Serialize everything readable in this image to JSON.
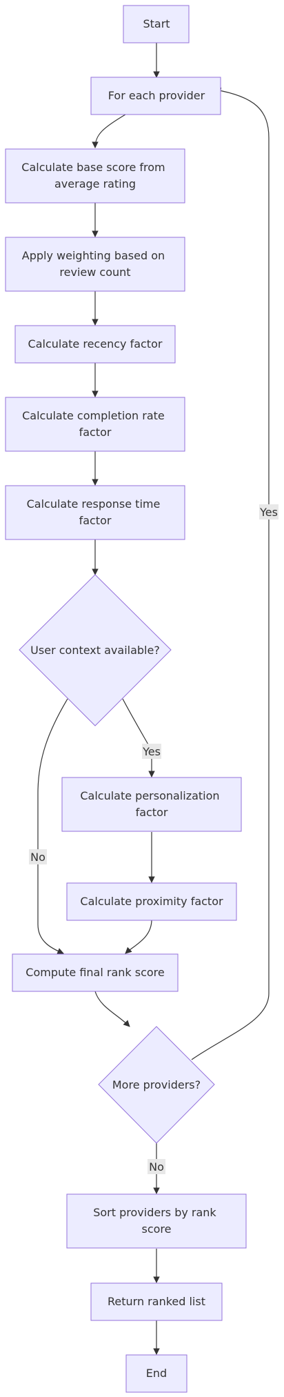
{
  "nodes": {
    "start": "Start",
    "for_each": "For each provider",
    "base_score": [
      "Calculate base score from",
      "average rating"
    ],
    "weighting": [
      "Apply weighting based on",
      "review count"
    ],
    "recency": "Calculate recency factor",
    "completion": [
      "Calculate completion rate",
      "factor"
    ],
    "response_time": [
      "Calculate response time",
      "factor"
    ],
    "user_context": "User context available?",
    "personalization": [
      "Calculate personalization",
      "factor"
    ],
    "proximity": "Calculate proximity factor",
    "final_rank": "Compute final rank score",
    "more_providers": "More providers?",
    "sort": [
      "Sort providers by rank",
      "score"
    ],
    "return_list": "Return ranked list",
    "end": "End"
  },
  "edge_labels": {
    "context_yes": "Yes",
    "context_no": "No",
    "more_yes": "Yes",
    "more_no": "No"
  },
  "colors": {
    "node_fill": "#ECECFF",
    "node_stroke": "#9370DB",
    "edge": "#333333",
    "label_bg": "#e8e8e8"
  }
}
